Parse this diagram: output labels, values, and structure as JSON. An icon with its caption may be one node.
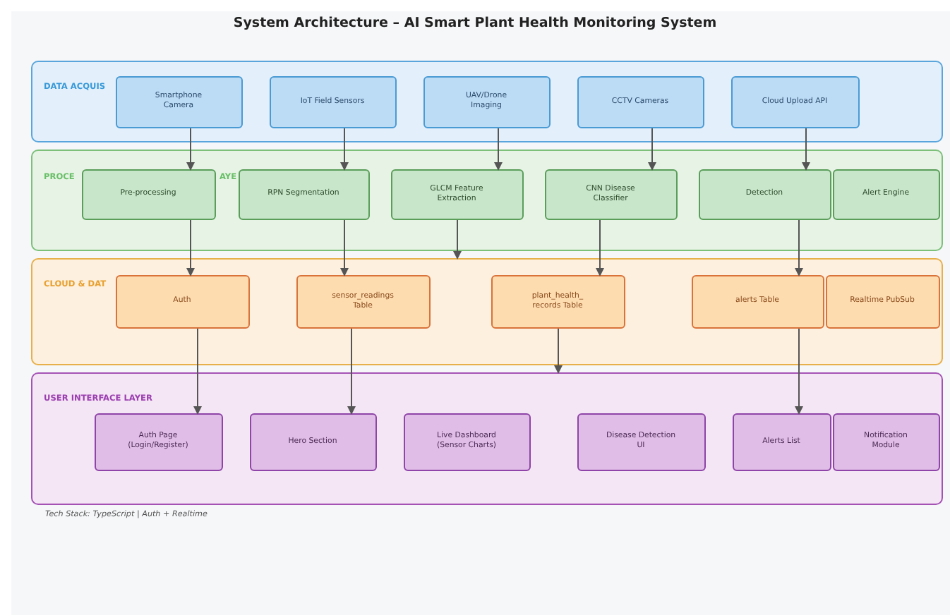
{
  "diagram": {
    "title": "System Architecture – AI Smart Plant Health Monitoring System",
    "nodes": [
      {
        "text": [
          "DATA ACQUIS"
        ]
      },
      {
        "text": [
          "Smartphone Camera"
        ],
        "in": 0
      },
      {
        "text": [
          "IoT Field Sensors"
        ],
        "in": 0
      },
      {
        "text": [
          "UAV/Drone Imaging"
        ],
        "in": 0
      },
      {
        "text": [
          "CCTV Cameras"
        ],
        "in": 0
      },
      {
        "text": [
          "Cloud Upload API"
        ],
        "in": 0
      },
      {
        "text": [
          "PROCE",
          "AYE"
        ]
      },
      {
        "text": [
          "Pre-processing"
        ],
        "in": 6
      },
      {
        "text": [
          "RPN Segmentation"
        ],
        "in": 6
      },
      {
        "text": [
          "GLCM Feature Extraction"
        ],
        "in": 6
      },
      {
        "text": [
          "CNN Disease Classifier"
        ],
        "in": 6
      },
      {
        "text": [
          "Detection"
        ],
        "in": 6
      },
      {
        "text": [
          "Alert Engine"
        ],
        "in": 6
      },
      {
        "text": [
          "CLOUD & DAT"
        ]
      },
      {
        "text": [
          "Auth"
        ],
        "in": 13
      },
      {
        "text": [
          "sensor_readings Table"
        ],
        "in": 13
      },
      {
        "text": [
          "plant_health_ records Table"
        ],
        "in": 13
      },
      {
        "text": [
          "alerts Table"
        ],
        "in": 13
      },
      {
        "text": [
          "Realtime PubSub"
        ],
        "in": 13
      },
      {
        "text": [
          "USER INTERFACE LAYER"
        ]
      },
      {
        "text": [
          "Auth Page (Login/Register)"
        ],
        "in": 19
      },
      {
        "text": [
          "Hero Section"
        ],
        "in": 19
      },
      {
        "text": [
          "Live Dashboard (Sensor Charts)"
        ],
        "in": 19
      },
      {
        "text": [
          "Disease Detection UI"
        ],
        "in": 19
      },
      {
        "text": [
          "Alerts List"
        ],
        "in": 19
      },
      {
        "text": [
          "Notification Module"
        ],
        "in": 19
      }
    ],
    "edges": [
      {
        "from": 1,
        "to": 7,
        "arrow": "to"
      },
      {
        "from": 2,
        "to": 8,
        "arrow": "to"
      },
      {
        "from": 3,
        "to": 9,
        "arrow": "to"
      },
      {
        "from": 4,
        "to": 10,
        "arrow": "to"
      },
      {
        "from": 5,
        "to": 11,
        "arrow": "to"
      },
      {
        "from": 7,
        "to": 14,
        "arrow": "to"
      },
      {
        "from": 8,
        "to": 15,
        "arrow": "to"
      },
      {
        "from": 9,
        "to": 13,
        "arrow": "to"
      },
      {
        "from": 10,
        "to": 16,
        "arrow": "to"
      },
      {
        "from": 11,
        "to": 17,
        "arrow": "to"
      },
      {
        "from": 14,
        "to": 20,
        "arrow": "to"
      },
      {
        "from": 15,
        "to": 21,
        "arrow": "to"
      },
      {
        "from": 16,
        "to": 19,
        "arrow": "to"
      },
      {
        "from": 17,
        "to": 24,
        "arrow": "to"
      }
    ],
    "labels": [
      "Tech Stack: TypeScript | Auth + Realtime"
    ]
  }
}
